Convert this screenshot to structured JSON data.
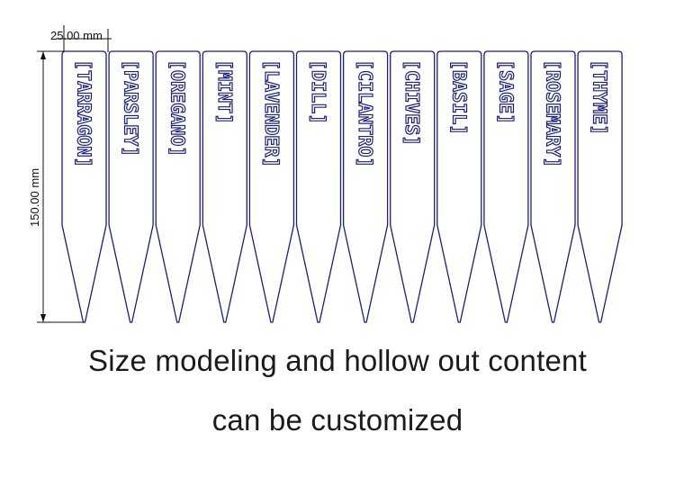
{
  "dimensions": {
    "width_label": "25.00 mm",
    "height_label": "150.00 mm"
  },
  "stakes": [
    {
      "label": "[TARRAGON]"
    },
    {
      "label": "[PARSLEY]"
    },
    {
      "label": "[OREGANO]"
    },
    {
      "label": "[MINT]"
    },
    {
      "label": "[LAVENDER]"
    },
    {
      "label": "[DILL]"
    },
    {
      "label": "[CILANTRO]"
    },
    {
      "label": "[CHIVES]"
    },
    {
      "label": "[BASIL]"
    },
    {
      "label": "[SAGE]"
    },
    {
      "label": "[ROSEMARY]"
    },
    {
      "label": "[THYME]"
    }
  ],
  "colors": {
    "outline": "#1a1f7a",
    "dimension_line": "#111111"
  },
  "caption": {
    "line1": "Size modeling and hollow out content",
    "line2": "can be customized"
  }
}
